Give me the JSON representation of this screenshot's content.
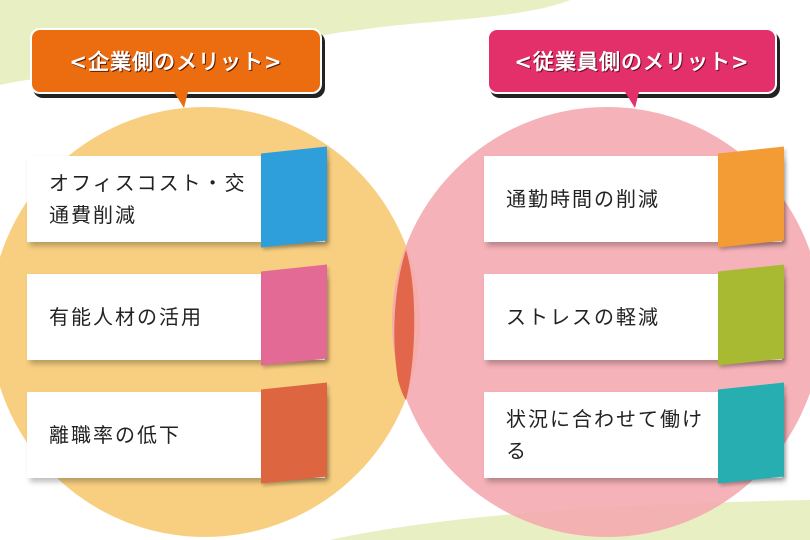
{
  "left": {
    "title": "<企業側のメリット>",
    "color": "#ec6d10",
    "circle_color": "#f8cf80",
    "items": [
      {
        "label": "オフィスコスト・交通費削減",
        "color": "#2f9fdc"
      },
      {
        "label": "有能人材の活用",
        "color": "#e26a95"
      },
      {
        "label": "離職率の低下",
        "color": "#dd6640"
      }
    ]
  },
  "right": {
    "title": "<従業員側のメリット>",
    "color": "#e4306a",
    "circle_color": "#f4aab0",
    "items": [
      {
        "label": "通勤時間の削減",
        "color": "#f39b34"
      },
      {
        "label": "ストレスの軽減",
        "color": "#a8ba32"
      },
      {
        "label": "状況に合わせて働ける",
        "color": "#26aeb0"
      }
    ]
  }
}
